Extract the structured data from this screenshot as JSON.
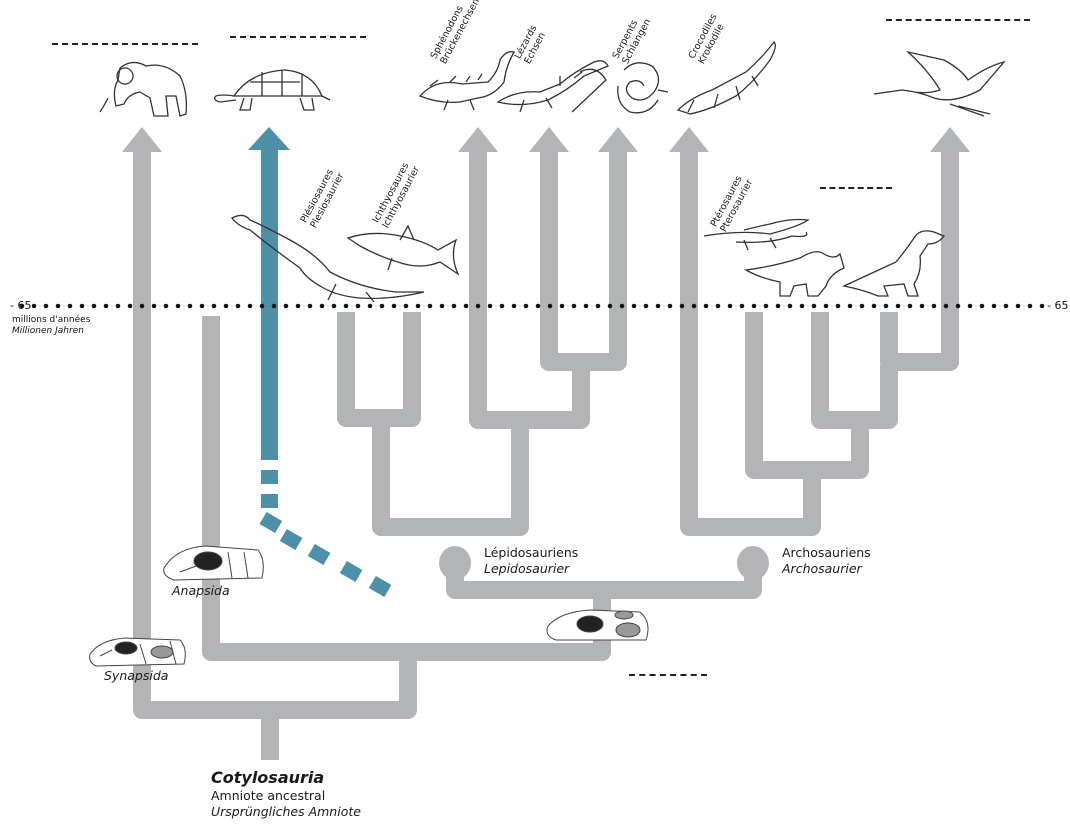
{
  "time_line": {
    "left_label": "- 65",
    "right_label": "- 65",
    "unit_fr": "millions d'années",
    "unit_de": "Millionen Jahren"
  },
  "root": {
    "name": "Cotylosauria",
    "fr": "Amniote ancestral",
    "de": "Ursprüngliches Amniote"
  },
  "groups": {
    "synapsida": "Synapsida",
    "anapsida": "Anapsida"
  },
  "clades": {
    "lepido_fr": "Lépidosauriens",
    "lepido_de": "Lepidosaurier",
    "archo_fr": "Archosauriens",
    "archo_de": "Archosaurier"
  },
  "taxa": {
    "plesio_fr": "Plésiosaures",
    "plesio_de": "Plesiosaurier",
    "ichthyo_fr": "Ichthyosaures",
    "ichthyo_de": "Ichthyosaurier",
    "spheno_fr": "Sphénodons",
    "spheno_de": "Brückenechsen",
    "lizard_fr": "Lézards",
    "lizard_de": "Echsen",
    "snake_fr": "Serpents",
    "snake_de": "Schlangen",
    "croc_fr": "Crocodiles",
    "croc_de": "Krokodile",
    "ptero_fr": "Ptérosaures",
    "ptero_de": "Pterosaurier"
  },
  "colors": {
    "branch": "#b3b4b6",
    "turtle_branch": "#4e90a8",
    "dots": "#111111"
  }
}
